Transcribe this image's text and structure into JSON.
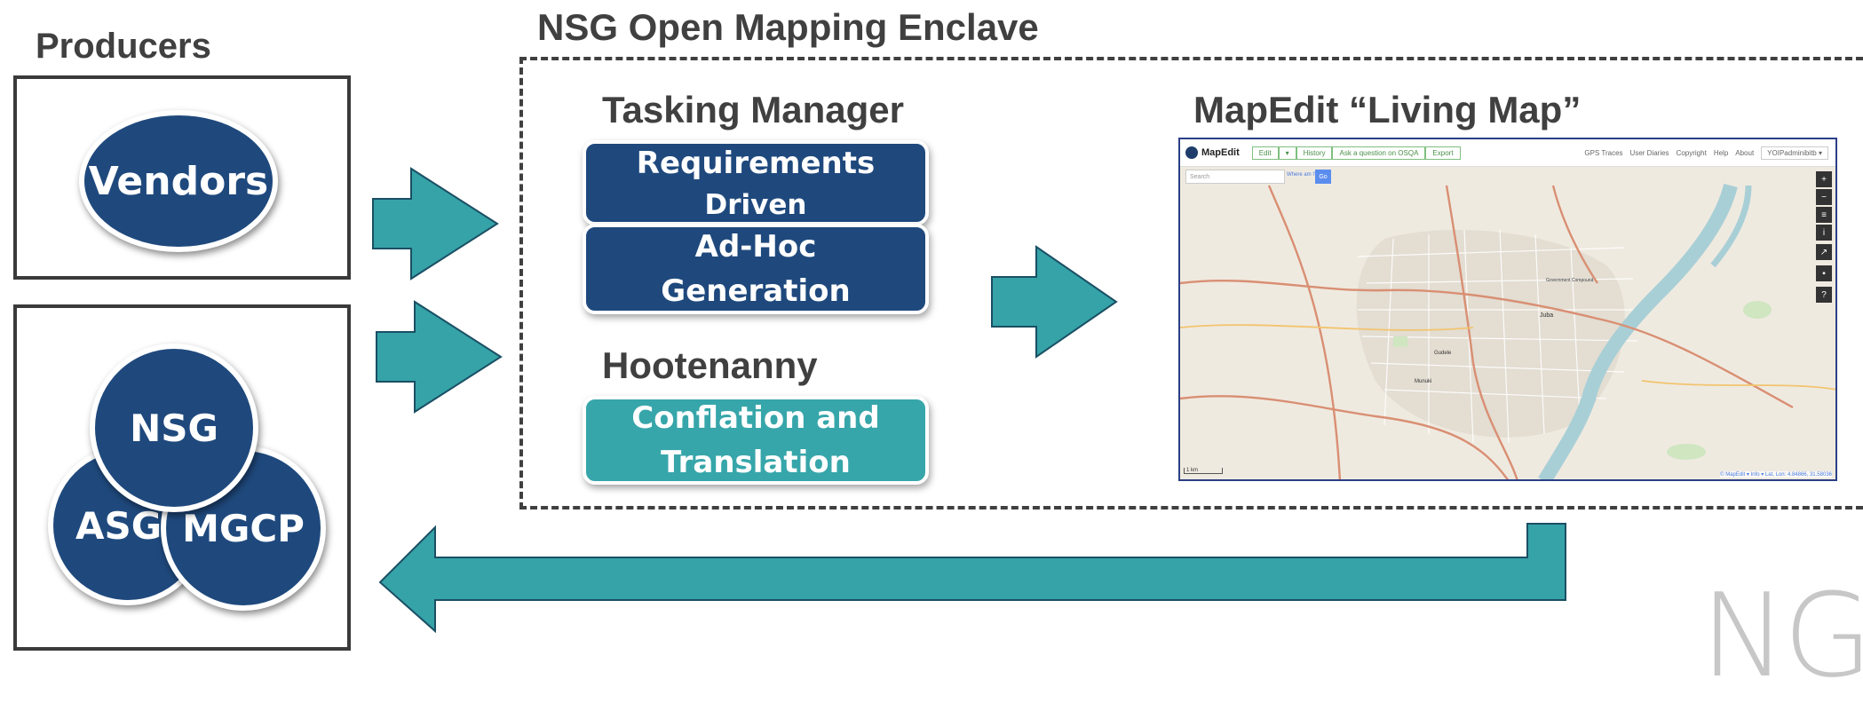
{
  "producers": {
    "title": "Producers",
    "vendors": "Vendors",
    "nsg": "NSG",
    "asg": "ASG",
    "mgcp": "MGCP"
  },
  "enclave": {
    "title": "NSG Open Mapping Enclave",
    "tasking_manager": {
      "title": "Tasking Manager",
      "box1_line1": "Requirements",
      "box1_line2": "Driven",
      "box2_line1": "Ad-Hoc",
      "box2_line2": "Generation"
    },
    "hootenanny": {
      "title": "Hootenanny",
      "line1": "Conflation and",
      "line2": "Translation"
    },
    "mapedit": {
      "title": "MapEdit “Living Map”",
      "brand": "MapEdit",
      "buttons": [
        "Edit",
        "▾",
        "History",
        "Ask a question on OSQA",
        "Export"
      ],
      "nav": [
        "GPS Traces",
        "User Diaries",
        "Copyright",
        "Help",
        "About"
      ],
      "user": "YOIPadminibitb ▾",
      "search_placeholder": "Search",
      "where_label": "Where am I?",
      "go_label": "Go",
      "controls": [
        "+",
        "−",
        "≡",
        "i",
        "↗",
        "▪",
        "?"
      ],
      "scale": "1 km",
      "attribution": "© MapEdit ▾ Info ▾ Lat, Lon: 4.84866, 31.58036",
      "place_labels": [
        "Juba",
        "Gudele",
        "Government Compound",
        "Munuki"
      ]
    }
  },
  "watermark": "NG",
  "colors": {
    "navy": "#1f497d",
    "teal": "#37a6aa",
    "arrow_teal": "#35a3a7",
    "arrow_outline": "#1a4f64"
  }
}
